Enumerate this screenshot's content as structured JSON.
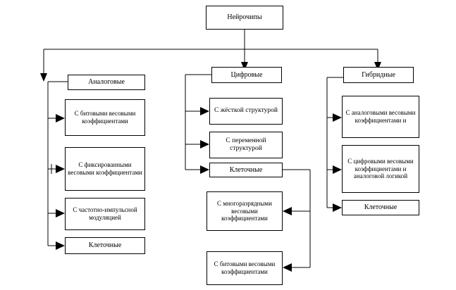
{
  "diagram": {
    "title": "Нейрочипы",
    "root": {
      "label": "Нейрочипы"
    },
    "branches": {
      "analog": {
        "label": "Аналоговые",
        "children": [
          {
            "label": "С битовыми весовыми коэффициентами"
          },
          {
            "label": "С фиксированными весовыми коэффициентами"
          },
          {
            "label": "С частотно-импульсной модуляцией"
          },
          {
            "label": "Клеточные"
          }
        ]
      },
      "digital": {
        "label": "Цифровые",
        "children": [
          {
            "label": "С жёсткой структурой"
          },
          {
            "label": "С переменной структурой"
          },
          {
            "label": "Клеточные"
          }
        ],
        "cellular_children": [
          {
            "label": "С многоразрядными весовыми коэффициентами"
          },
          {
            "label": "С битовыми весовыми коэффициентами"
          }
        ]
      },
      "hybrid": {
        "label": "Гибридные",
        "children": [
          {
            "label": "С аналоговыми весовыми коэффициентами и"
          },
          {
            "label": "С цифровыми весовыми коэффициентами и аналоговой логикой"
          },
          {
            "label": "Клеточные"
          }
        ]
      }
    }
  }
}
